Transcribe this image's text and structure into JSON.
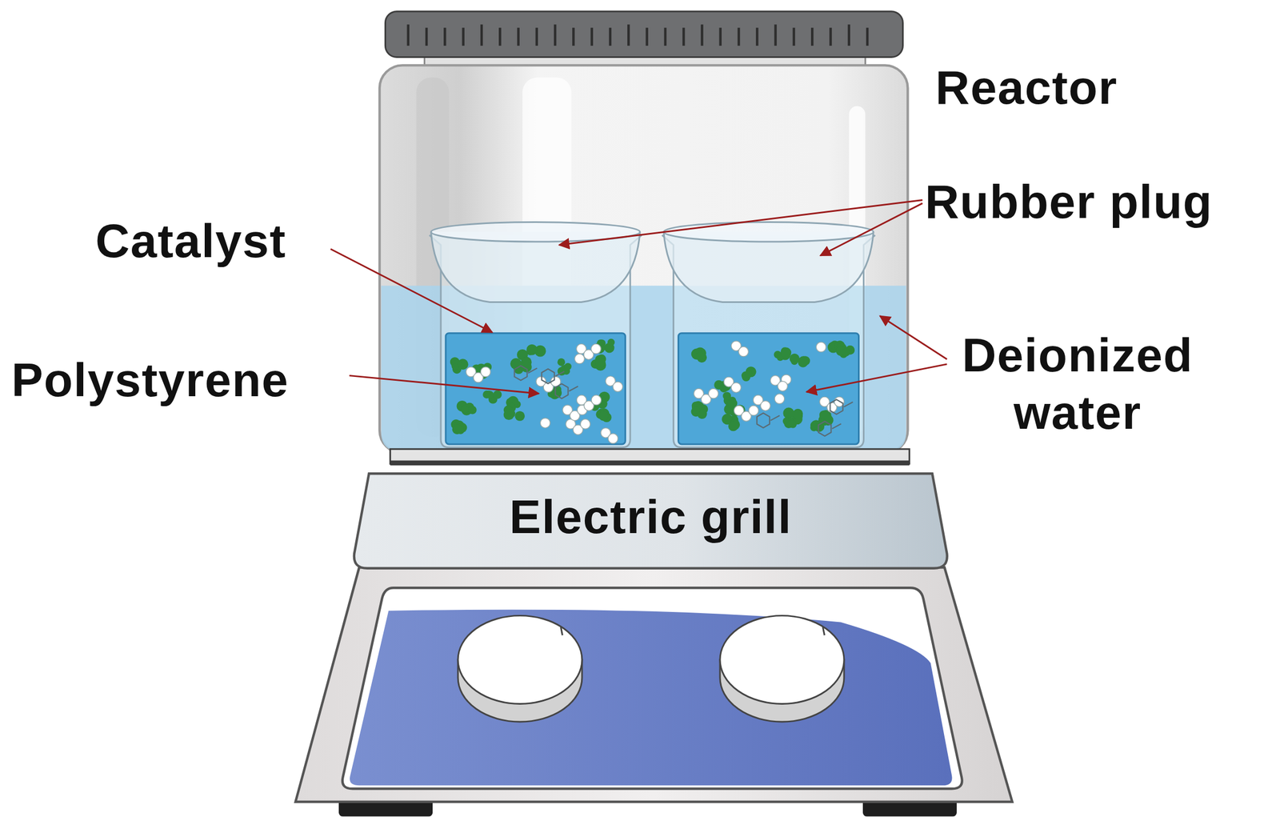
{
  "diagram": {
    "nodes": [
      {
        "text": [
          "Electric grill"
        ]
      }
    ],
    "labels": [
      "Reactor",
      "Rubber plug",
      "Catalyst",
      "Polystyrene",
      "Deionized water"
    ]
  }
}
